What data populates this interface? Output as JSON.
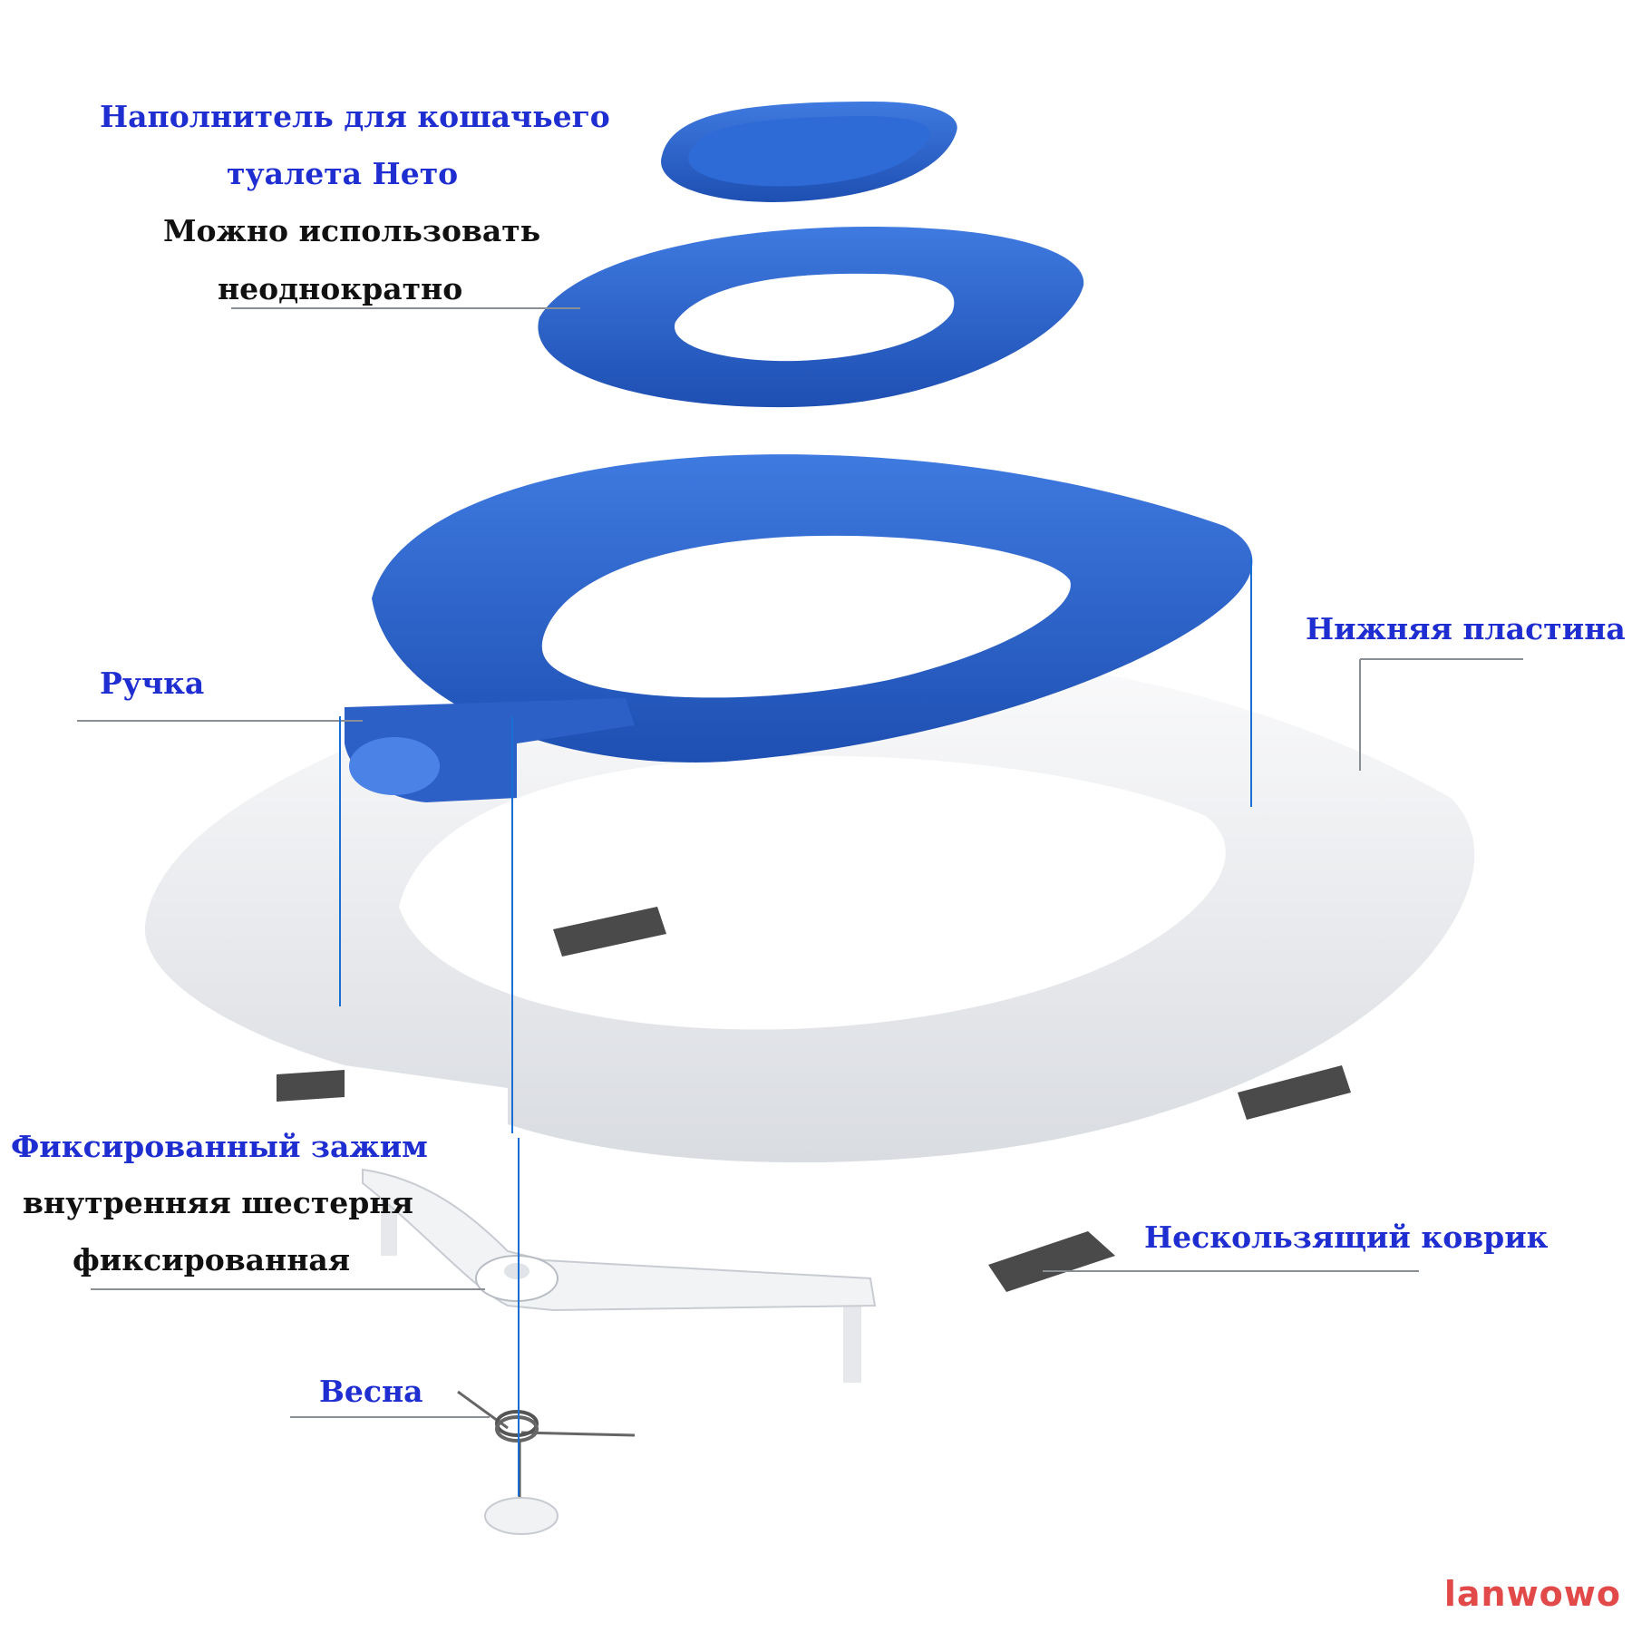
{
  "labels": {
    "litter_title_1": "Наполнитель для кошачьего",
    "litter_title_2": "туалета Нето",
    "litter_note_1": "Можно использовать",
    "litter_note_2": "неоднократно",
    "bottom_plate": "Нижняя пластина",
    "handle": "Ручка",
    "fixed_clamp": "Фиксированный зажим",
    "gear_1": "внутренняя шестерня",
    "gear_2": "фиксированная",
    "mat": "Нескользящий коврик",
    "spring": "Весна"
  },
  "watermark": "lanwowo",
  "colors": {
    "label_blue": "#1f2ed1",
    "label_black": "#111111",
    "part_blue": "#2a62cc",
    "part_white": "#eef0f3",
    "mat": "#4a4a4a",
    "watermark": "#e24a4a"
  }
}
